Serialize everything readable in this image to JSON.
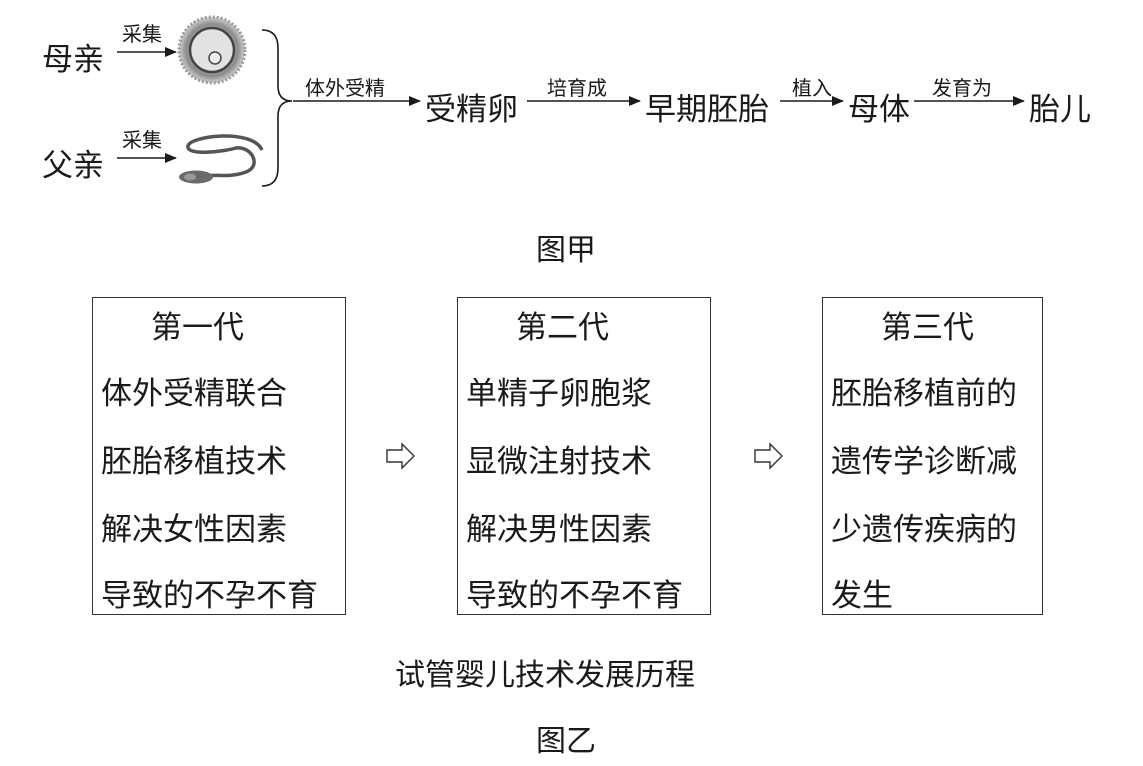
{
  "figure_a": {
    "mother": "母亲",
    "father": "父亲",
    "collect_mother": "采集",
    "collect_father": "采集",
    "ivf": "体外受精",
    "fertilized_egg": "受精卵",
    "cultivate": "培育成",
    "early_embryo": "早期胚胎",
    "implant": "植入",
    "maternal_body": "母体",
    "develop": "发育为",
    "fetus": "胎儿",
    "caption": "图甲",
    "egg_icon": "egg-cell-icon",
    "sperm_icon": "sperm-cell-icon"
  },
  "figure_b": {
    "generations": [
      {
        "title": "第一代",
        "lines": [
          "体外受精联合",
          "胚胎移植技术",
          "解决女性因素",
          "导致的不孕不育"
        ]
      },
      {
        "title": "第二代",
        "lines": [
          "单精子卵胞浆",
          "显微注射技术",
          "解决男性因素",
          "导致的不孕不育"
        ]
      },
      {
        "title": "第三代",
        "lines": [
          "胚胎移植前的",
          "遗传学诊断减",
          "少遗传疾病的",
          "发生"
        ]
      }
    ],
    "arrow_icon": "hollow-right-arrow-icon",
    "title": "试管婴儿技术发展历程",
    "caption": "图乙"
  }
}
